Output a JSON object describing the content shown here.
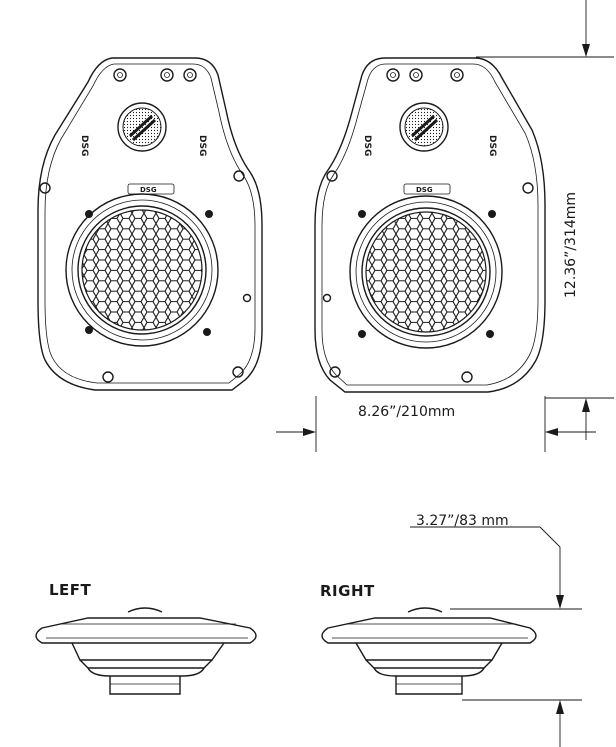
{
  "dimensions": {
    "width": "8.26”/210mm",
    "height": "12.36”/314mm",
    "depth": "3.27”/83 mm"
  },
  "views": {
    "left": "LEFT",
    "right": "RIGHT"
  },
  "colors": {
    "line": "#1a1a1a",
    "background": "#ffffff"
  }
}
